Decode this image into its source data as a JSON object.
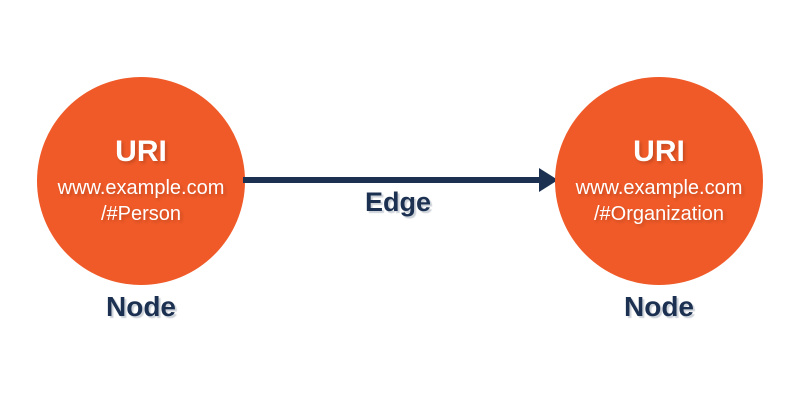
{
  "nodes": [
    {
      "title": "URI",
      "url_line1": "www.example.com",
      "url_line2": "/#Person",
      "label": "Node"
    },
    {
      "title": "URI",
      "url_line1": "www.example.com",
      "url_line2": "/#Organization",
      "label": "Node"
    }
  ],
  "edge": {
    "label": "Edge"
  },
  "colors": {
    "node_fill": "#F05A28",
    "node_text": "#FFFFFF",
    "edge": "#1C3151",
    "background": "#FFFFFF"
  }
}
